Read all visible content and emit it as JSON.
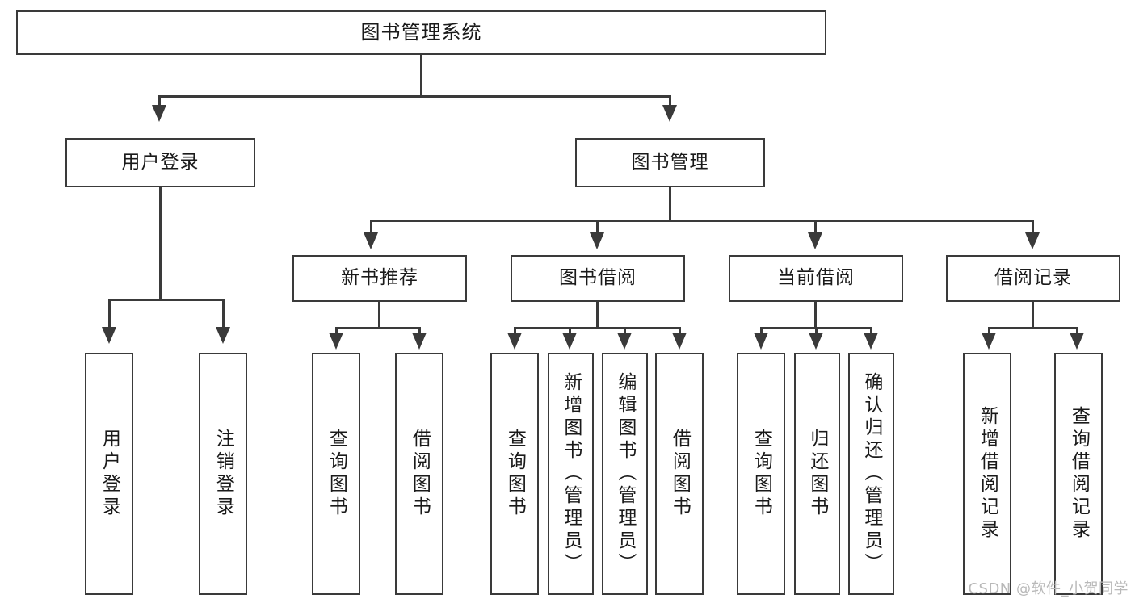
{
  "diagram": {
    "type": "tree-hierarchy",
    "title": "图书管理系统",
    "watermark": "CSDN @软件_小贺同学",
    "colors": {
      "stroke": "#3a3a3a",
      "fill": "#ffffff",
      "text": "#1a1a1a",
      "watermark": "#b9b9b9"
    },
    "root": {
      "label": "图书管理系统"
    },
    "level1": [
      {
        "label": "用户登录"
      },
      {
        "label": "图书管理"
      }
    ],
    "level2": [
      {
        "label": "新书推荐"
      },
      {
        "label": "图书借阅"
      },
      {
        "label": "当前借阅"
      },
      {
        "label": "借阅记录"
      }
    ],
    "leaves": {
      "user_login": [
        {
          "label": "用户登录"
        },
        {
          "label": "注销登录"
        }
      ],
      "new_book": [
        {
          "label": "查询图书"
        },
        {
          "label": "借阅图书"
        }
      ],
      "book_borrow": [
        {
          "label": "查询图书"
        },
        {
          "label": "新增图书（管理员）"
        },
        {
          "label": "编辑图书（管理员）"
        },
        {
          "label": "借阅图书"
        }
      ],
      "current_borrow": [
        {
          "label": "查询图书"
        },
        {
          "label": "归还图书"
        },
        {
          "label": "确认归还（管理员）"
        }
      ],
      "borrow_record": [
        {
          "label": "新增借阅记录"
        },
        {
          "label": "查询借阅记录"
        }
      ]
    }
  }
}
